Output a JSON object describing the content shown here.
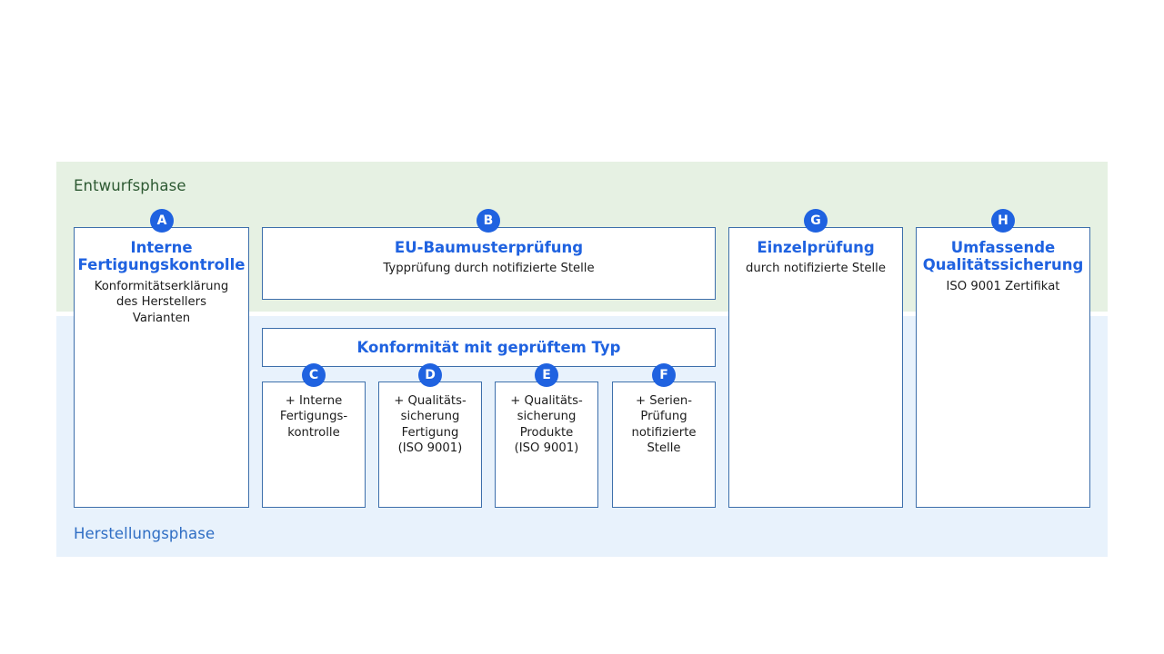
{
  "bands": {
    "design": {
      "label": "Entwurfsphase",
      "color": "#e6f1e3",
      "text_color": "#2e5a33"
    },
    "manufacture": {
      "label": "Herstellungsphase",
      "color": "#e8f2fc",
      "text_color": "#2f6ec4"
    }
  },
  "accent": {
    "badge": "#1f62e0",
    "title": "#1f62e0",
    "border": "#3d6fab"
  },
  "modules": {
    "a": {
      "badge": "A",
      "title": "Interne\nFertigungskontrolle",
      "sub": "Konformitätserklärung\ndes Herstellers\nVarianten"
    },
    "b": {
      "badge": "B",
      "title": "EU-Baumusterprüfung",
      "sub": "Typprüfung durch notifizierte Stelle"
    },
    "konformitaet": {
      "title": "Konformität mit geprüftem Typ"
    },
    "c": {
      "badge": "C",
      "sub": "+ Interne\nFertigungs-\nkontrolle"
    },
    "d": {
      "badge": "D",
      "sub": "+ Qualitäts-\nsicherung\nFertigung\n(ISO 9001)"
    },
    "e": {
      "badge": "E",
      "sub": "+ Qualitäts-\nsicherung\nProdukte\n(ISO 9001)"
    },
    "f": {
      "badge": "F",
      "sub": "+ Serien-\nPrüfung\nnotifizierte\nStelle"
    },
    "g": {
      "badge": "G",
      "title": "Einzelprüfung",
      "sub": "durch notifizierte Stelle"
    },
    "h": {
      "badge": "H",
      "title": "Umfassende\nQualitätssicherung",
      "sub": "ISO 9001 Zertifikat"
    }
  }
}
